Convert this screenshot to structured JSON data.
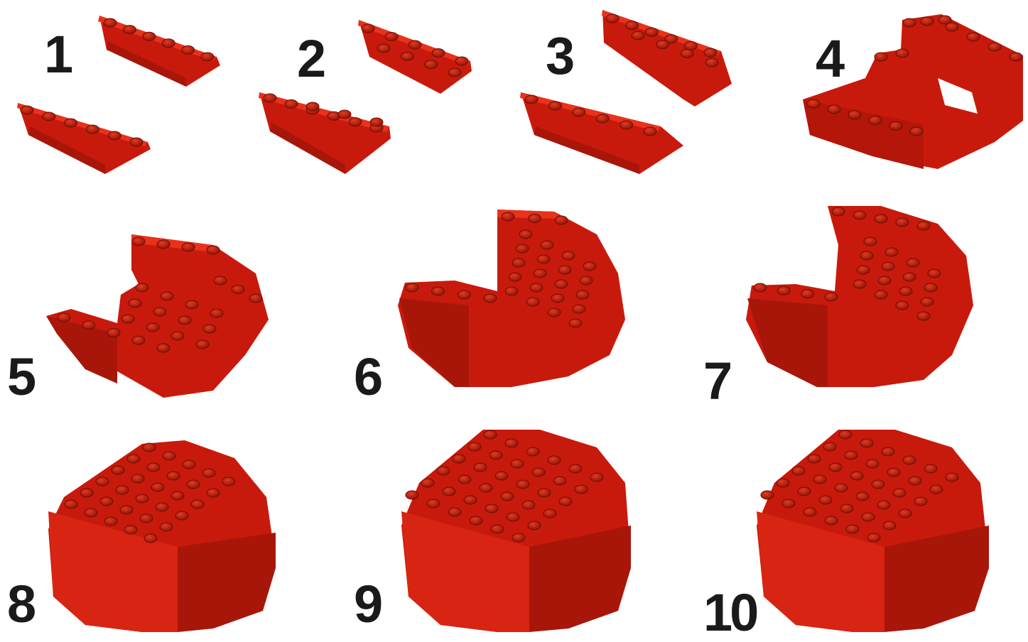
{
  "steps": [
    {
      "label": "1"
    },
    {
      "label": "2"
    },
    {
      "label": "3"
    },
    {
      "label": "4"
    },
    {
      "label": "5"
    },
    {
      "label": "6"
    },
    {
      "label": "7"
    },
    {
      "label": "8"
    },
    {
      "label": "9"
    },
    {
      "label": "10"
    }
  ],
  "colors": {
    "brick": "#d42010",
    "brick_dark": "#8e1206",
    "brick_light": "#e8321c",
    "stud": "#b01a0a",
    "label": "#1a1a1a",
    "background": "#ffffff"
  }
}
